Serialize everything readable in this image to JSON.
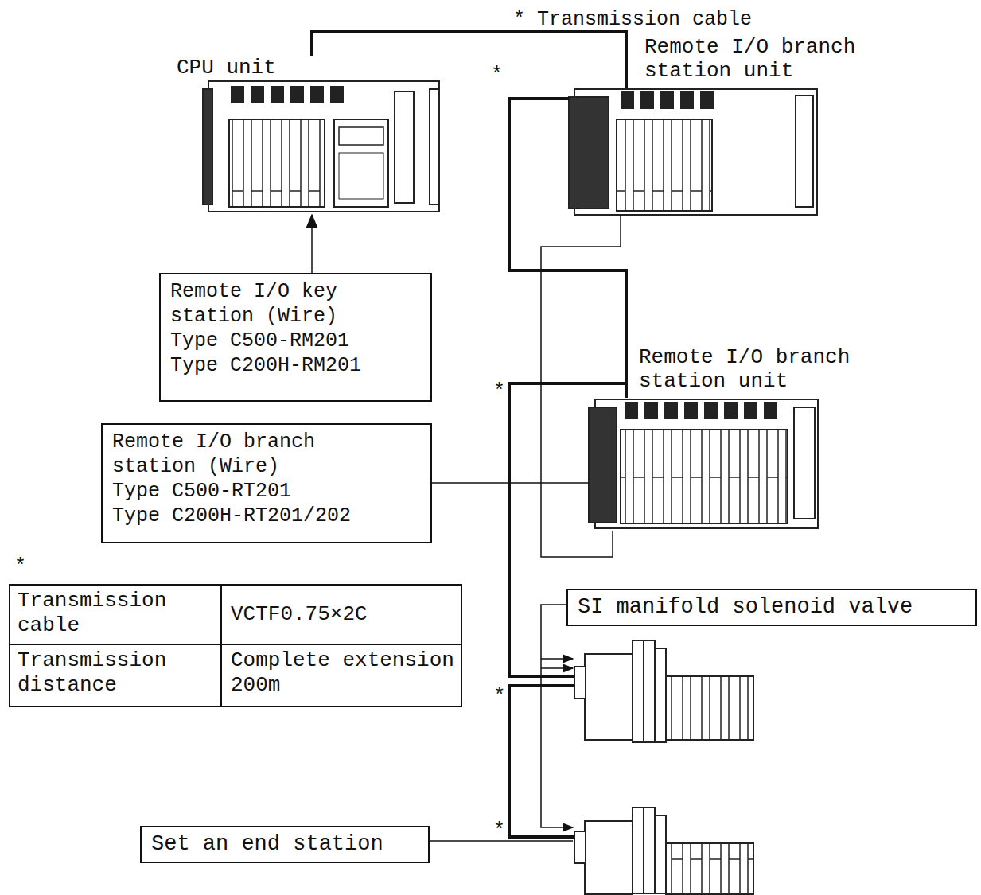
{
  "diagram": {
    "nodes": [
      {
        "text": [
          "CPU unit"
        ]
      },
      {
        "text": [
          "Remote I/O branch station unit"
        ]
      },
      {
        "text": [
          "Remote I/O branch station unit"
        ]
      },
      {
        "text": [
          "Remote I/O key station (Wire)",
          "Type C500-RM201",
          "Type C200H-RM201"
        ]
      },
      {
        "text": [
          "Remote I/O branch station (Wire)",
          "Type C500-RT201",
          "Type C200H-RT201/202"
        ]
      },
      {
        "text": [
          "SI manifold solenoid valve"
        ]
      },
      {
        "text": [
          "Set an end station"
        ]
      }
    ],
    "edges": [
      {
        "from": 0,
        "to": 1,
        "arrow": "none"
      },
      {
        "from": 1,
        "to": 2,
        "arrow": "none"
      },
      {
        "from": 3,
        "to": 0,
        "arrow": "to"
      },
      {
        "from": 4,
        "to": 2,
        "arrow": "none"
      }
    ],
    "labels": [
      "* Transmission cable",
      "*",
      "*",
      "*",
      "*",
      "*",
      "Transmission cable",
      "VCTF0.75×2C",
      "Transmission distance",
      "Complete extension 200m"
    ]
  }
}
